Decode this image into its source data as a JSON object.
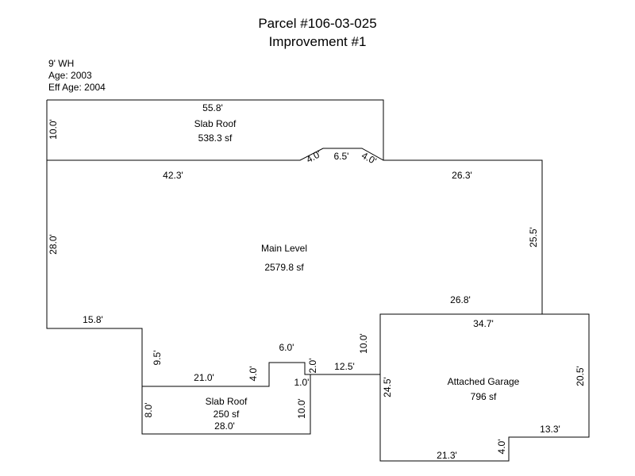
{
  "title": "Parcel #106-03-025",
  "subtitle": "Improvement #1",
  "info": {
    "wall_height": "9' WH",
    "age": "Age: 2003",
    "eff_age": "Eff Age: 2004"
  },
  "areas": {
    "slab_roof_top": {
      "name": "Slab Roof",
      "size": "538.3 sf"
    },
    "main_level": {
      "name": "Main Level",
      "size": "2579.8 sf"
    },
    "garage": {
      "name": "Attached Garage",
      "size": "796 sf"
    },
    "slab_roof_bottom": {
      "name": "Slab Roof",
      "size": "250 sf"
    }
  },
  "dims": {
    "d_55_8": "55.8'",
    "d_10_0_top": "10.0'",
    "d_4_0_a": "4.0'",
    "d_6_5": "6.5'",
    "d_4_0_b": "4.0'",
    "d_42_3": "42.3'",
    "d_26_3": "26.3'",
    "d_28_0_left": "28.0'",
    "d_25_5": "25.5'",
    "d_26_8": "26.8'",
    "d_15_8": "15.8'",
    "d_34_7": "34.7'",
    "d_9_5": "9.5'",
    "d_6_0": "6.0'",
    "d_10_0_mid": "10.0'",
    "d_21_0": "21.0'",
    "d_4_0_c": "4.0'",
    "d_2_0": "2.0'",
    "d_12_5": "12.5'",
    "d_1_0": "1.0'",
    "d_24_5": "24.5'",
    "d_20_5": "20.5'",
    "d_8_0": "8.0'",
    "d_10_0_bot": "10.0'",
    "d_28_0_bot": "28.0'",
    "d_13_3": "13.3'",
    "d_4_0_d": "4.0'",
    "d_21_3": "21.3'"
  }
}
